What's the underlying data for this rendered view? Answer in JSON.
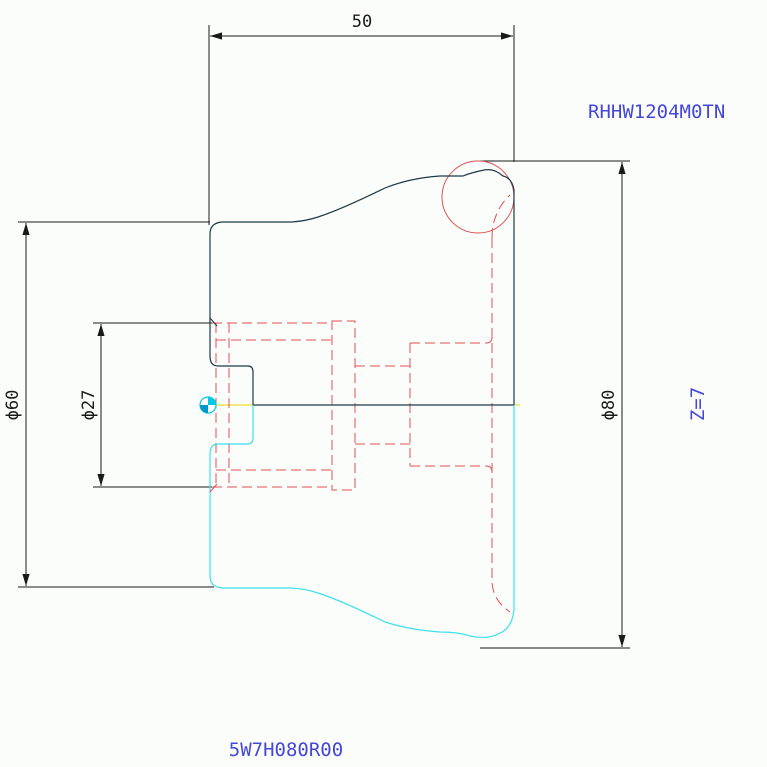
{
  "drawing": {
    "dimensions": {
      "width_label": "50",
      "dia_60_label": "ϕ60",
      "dia_27_label": "ϕ27",
      "dia_80_label": "ϕ80"
    },
    "annotations": {
      "insert_code": "RHHW1204M0TN",
      "teeth_count": "Z=7",
      "tool_code": "5W7H080R00"
    },
    "colors": {
      "outline": "#1e3a46",
      "outline_mirror": "#3fe0ee",
      "hidden": "#e05050",
      "dimension": "#1a1a1a",
      "annotation": "#4646d8",
      "center_axis": "#e8d800"
    }
  }
}
